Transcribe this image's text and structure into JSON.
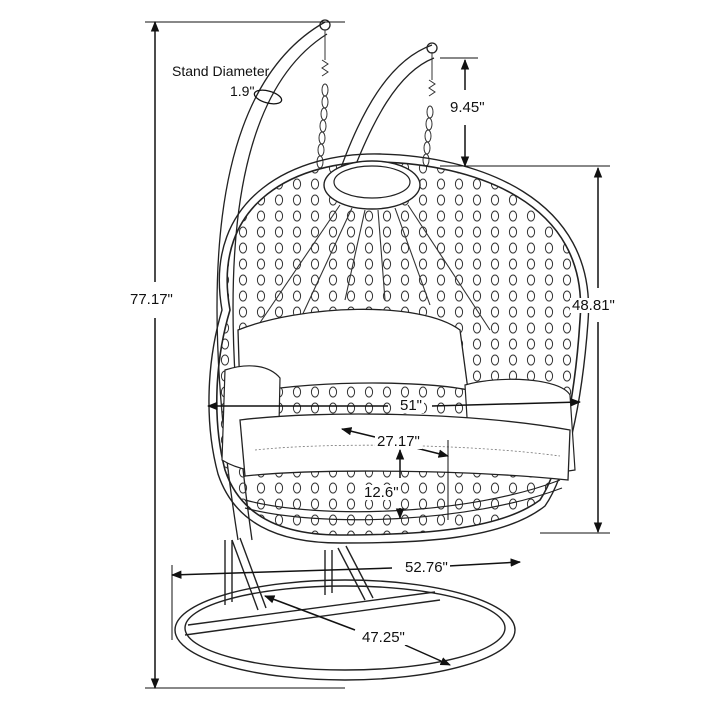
{
  "diagram": {
    "subject": "Double hanging egg swing chair with stand",
    "annotations": {
      "stand_diameter_label": "Stand Diameter",
      "stand_diameter_value": "1.9\"",
      "hook_chain_height": "9.45\"",
      "overall_height": "77.17\"",
      "basket_height": "48.81\"",
      "basket_width": "51\"",
      "seat_depth": "27.17\"",
      "seat_height": "12.6\"",
      "base_width": "52.76\"",
      "base_depth": "47.25\""
    },
    "colors": {
      "line": "#1a1a1a",
      "background": "#ffffff"
    }
  }
}
